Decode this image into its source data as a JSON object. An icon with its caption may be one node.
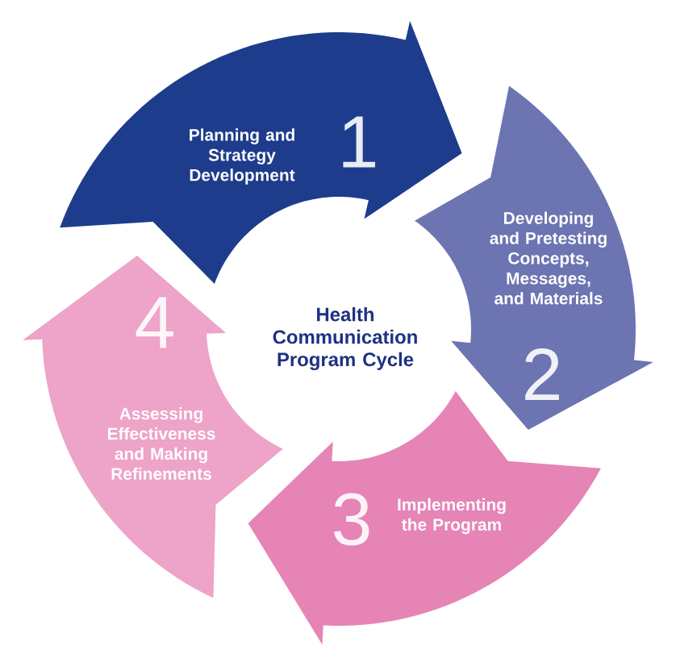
{
  "diagram": {
    "title": "Health Communication Program Cycle",
    "nodes": [
      {
        "text": [
          "Planning and Strategy Development",
          "1"
        ]
      },
      {
        "text": [
          "Developing and Pretesting Concepts, Messages, and Materials",
          "2"
        ]
      },
      {
        "text": [
          "3",
          "Implementing the Program"
        ]
      },
      {
        "text": [
          "4",
          "Assessing Effectiveness and Making Refinements"
        ]
      }
    ]
  }
}
